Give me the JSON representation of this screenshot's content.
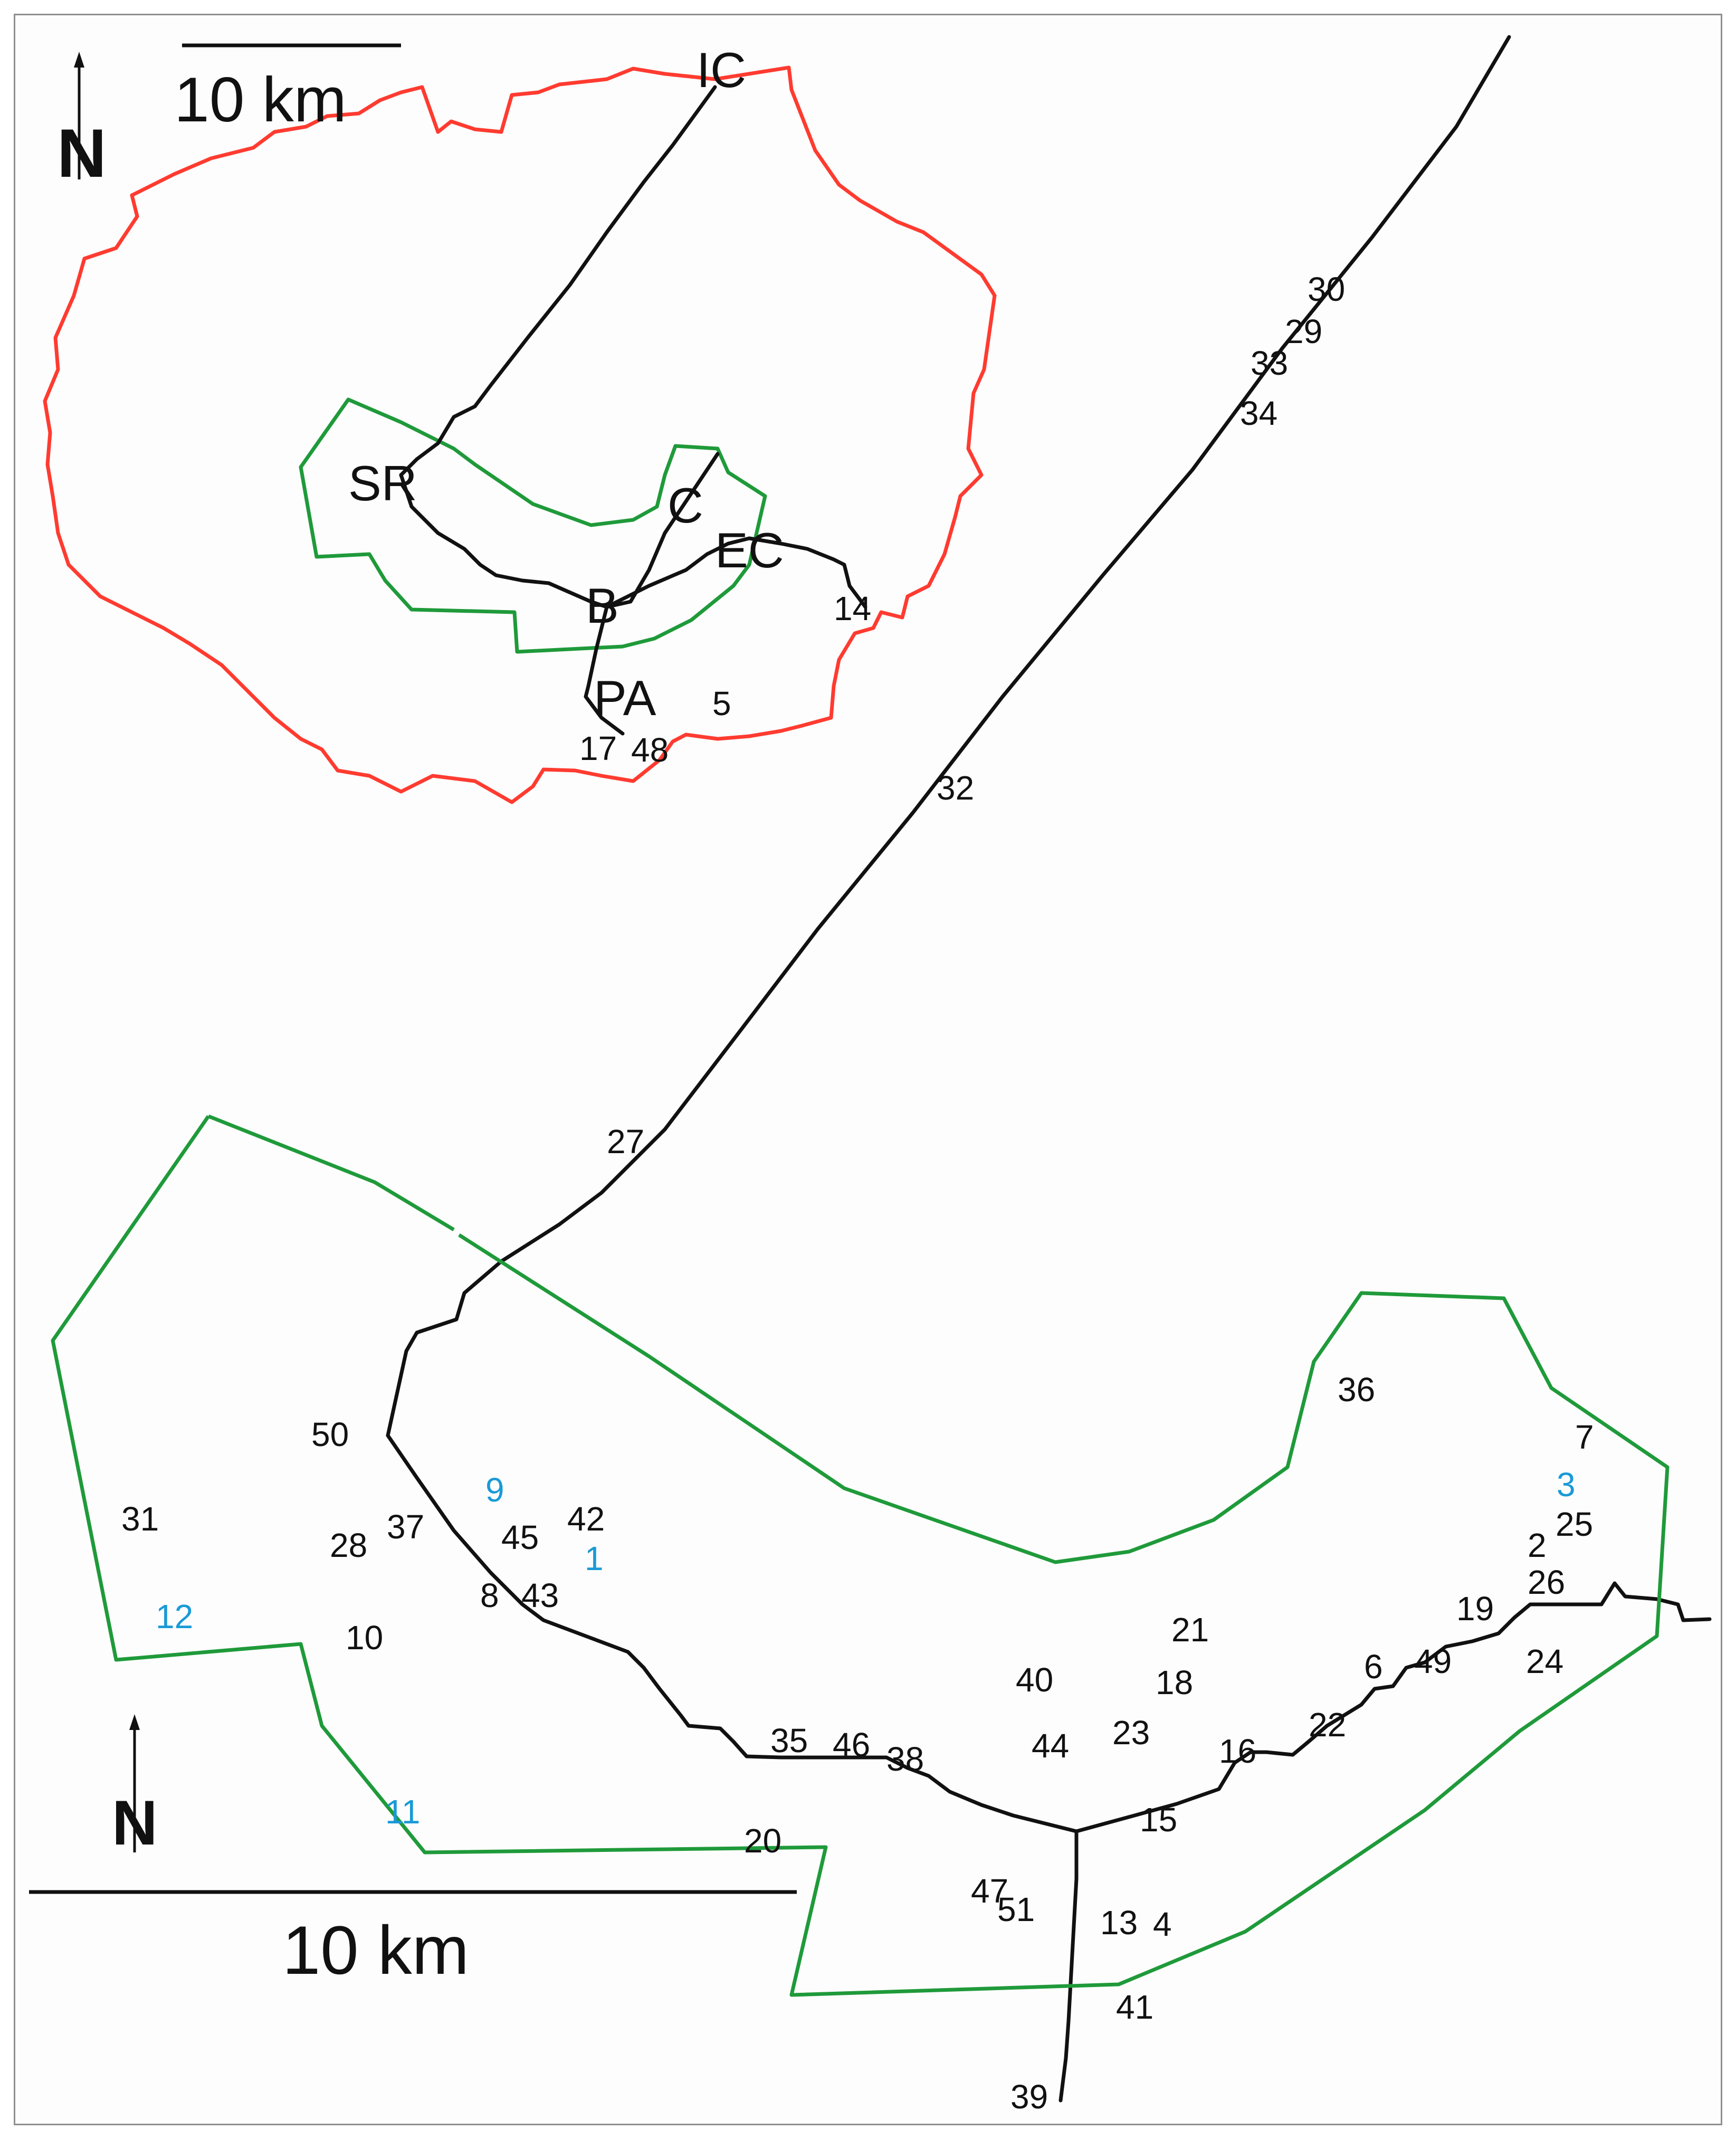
{
  "map": {
    "inset": {
      "scale_label": "10 km",
      "north_label": "N",
      "places": {
        "ic": "IC",
        "sr": "SR",
        "c": "C",
        "ec": "EC",
        "b": "B",
        "pa": "PA"
      },
      "points": [
        "14",
        "5",
        "17",
        "48"
      ]
    },
    "main": {
      "scale_label": "10 km",
      "north_label": "N",
      "points_black": [
        "30",
        "29",
        "33",
        "34",
        "32",
        "27",
        "36",
        "7",
        "25",
        "2",
        "26",
        "19",
        "49",
        "24",
        "6",
        "22",
        "21",
        "18",
        "40",
        "23",
        "44",
        "16",
        "15",
        "35",
        "46",
        "38",
        "20",
        "47",
        "51",
        "13",
        "4",
        "41",
        "39",
        "50",
        "31",
        "28",
        "37",
        "45",
        "42",
        "8",
        "43",
        "10"
      ],
      "points_blue": [
        "9",
        "1",
        "3",
        "12",
        "11"
      ]
    },
    "colors": {
      "boundary_outer": "#ff3b30",
      "boundary_inner": "#1f9a3a",
      "roads": "#111111",
      "highlight_points": "#1a9ad6"
    }
  }
}
